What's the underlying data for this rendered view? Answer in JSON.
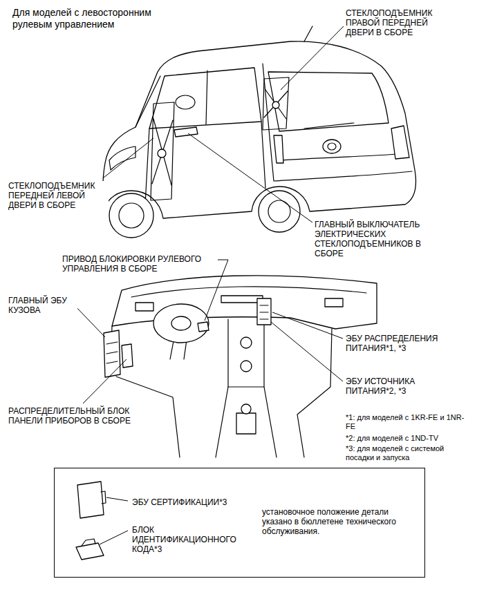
{
  "diagram": {
    "title": "Для моделей с левосторонним рулевым управлением",
    "nodes": [
      {
        "text": [
          "ЭБУ СЕРТИФИКАЦИИ*3",
          "БЛОК ИДЕНТИФИКАЦИОННОГО КОДА*3",
          "установочное положение детали указано в бюллетене технического обслуживания."
        ]
      }
    ],
    "labels": [
      "СТЕКЛОПОДЪЕМНИК ПРАВОЙ ПЕРЕДНЕЙ ДВЕРИ В СБОРЕ",
      "СТЕКЛОПОДЪЕМНИК ПЕРЕДНЕЙ ЛЕВОЙ ДВЕРИ В СБОРЕ",
      "ГЛАВНЫЙ ВЫКЛЮЧАТЕЛЬ ЭЛЕКТРИЧЕСКИХ СТЕКЛОПОДЪЕМНИКОВ В СБОРЕ",
      "ПРИВОД БЛОКИРОВКИ РУЛЕВОГО УПРАВЛЕНИЯ В СБОРЕ",
      "ГЛАВНЫЙ ЭБУ КУЗОВА",
      "ЭБУ РАСПРЕДЕЛЕНИЯ ПИТАНИЯ*1, *3",
      "ЭБУ ИСТОЧНИКА ПИТАНИЯ*2, *3",
      "*1: для моделей с 1KR-FE и 1NR-FE",
      "*2: для моделей с 1ND-TV",
      "*3: для моделей с системой посадки и запуска",
      "РАСПРЕДЕЛИТЕЛЬНЫЙ БЛОК ПАНЕЛИ ПРИБОРОВ В СБОРЕ"
    ]
  }
}
